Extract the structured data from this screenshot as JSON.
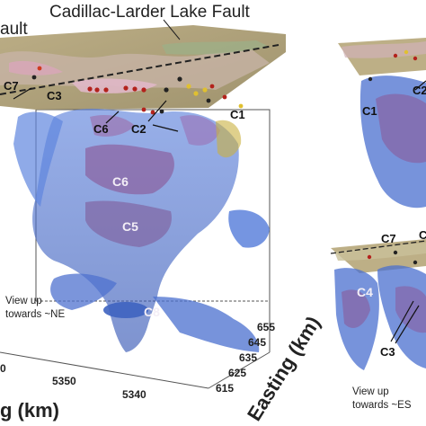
{
  "fault_labels": {
    "title": "Cadillac-Larder Lake Fault",
    "left_partial": "ault"
  },
  "main_panel": {
    "labels": {
      "c7": "C7",
      "c3": "C3",
      "c6_top": "C6",
      "c2": "C2",
      "c1": "C1",
      "c6": "C6",
      "c5": "C5",
      "c8": "C8"
    },
    "view_note": [
      "View up",
      "towards ~NE"
    ],
    "northing_ticks": [
      "0",
      "5350",
      "5340"
    ],
    "northing_label": "g (km)",
    "easting_ticks": [
      "655",
      "645",
      "635",
      "625",
      "615"
    ],
    "easting_label": "Easting (km)"
  },
  "right_top_panel": {
    "labels": {
      "c1": "C1",
      "c2": "C2"
    }
  },
  "right_bottom_panel": {
    "labels": {
      "c7": "C7",
      "c_partial": "C",
      "c4": "C4",
      "c3": "C3"
    },
    "view_note": [
      "View up",
      "towards ~ES"
    ]
  },
  "colors": {
    "conductor_blue": "#4a6fcf",
    "conductor_purple": "#8a5a9a",
    "surface_tan": "#a99a72",
    "surface_pink": "#d6a3b6"
  }
}
